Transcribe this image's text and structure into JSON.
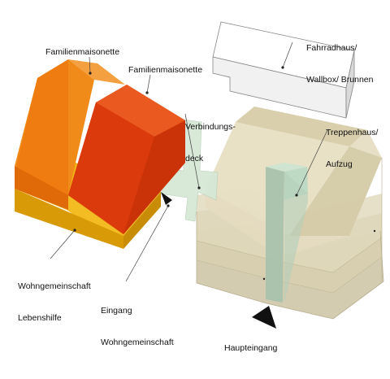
{
  "labels": {
    "fahrradhaus_line1": "Fahrradhaus/",
    "fahrradhaus_line2": "Wallbox/ Brunnen",
    "familienmaisonette_1": "Familienmaisonette",
    "familienmaisonette_2": "Familienmaisonette",
    "verbindungsdeck_line1": "Verbindungs-",
    "verbindungsdeck_line2": "deck",
    "treppenhaus_line1": "Treppenhaus/",
    "treppenhaus_line2": "Aufzug",
    "wohngemeinschaft_line1": "Wohngemeinschaft",
    "wohngemeinschaft_line2": "Lebenshilfe",
    "eingang_line1": "Eingang",
    "eingang_line2": "Wohngemeinschaft",
    "haupteingang": "Haupteingang"
  },
  "colors": {
    "maisonette_orange": "#f07a12",
    "maisonette_red": "#e13a10",
    "base_yellow": "#e8a812",
    "main_building": "#dcd3b2",
    "stair_core": "#bcd8c4",
    "deck": "#d6e8d6",
    "bike_house": "#ffffff",
    "entrance_arrow": "#111111"
  }
}
